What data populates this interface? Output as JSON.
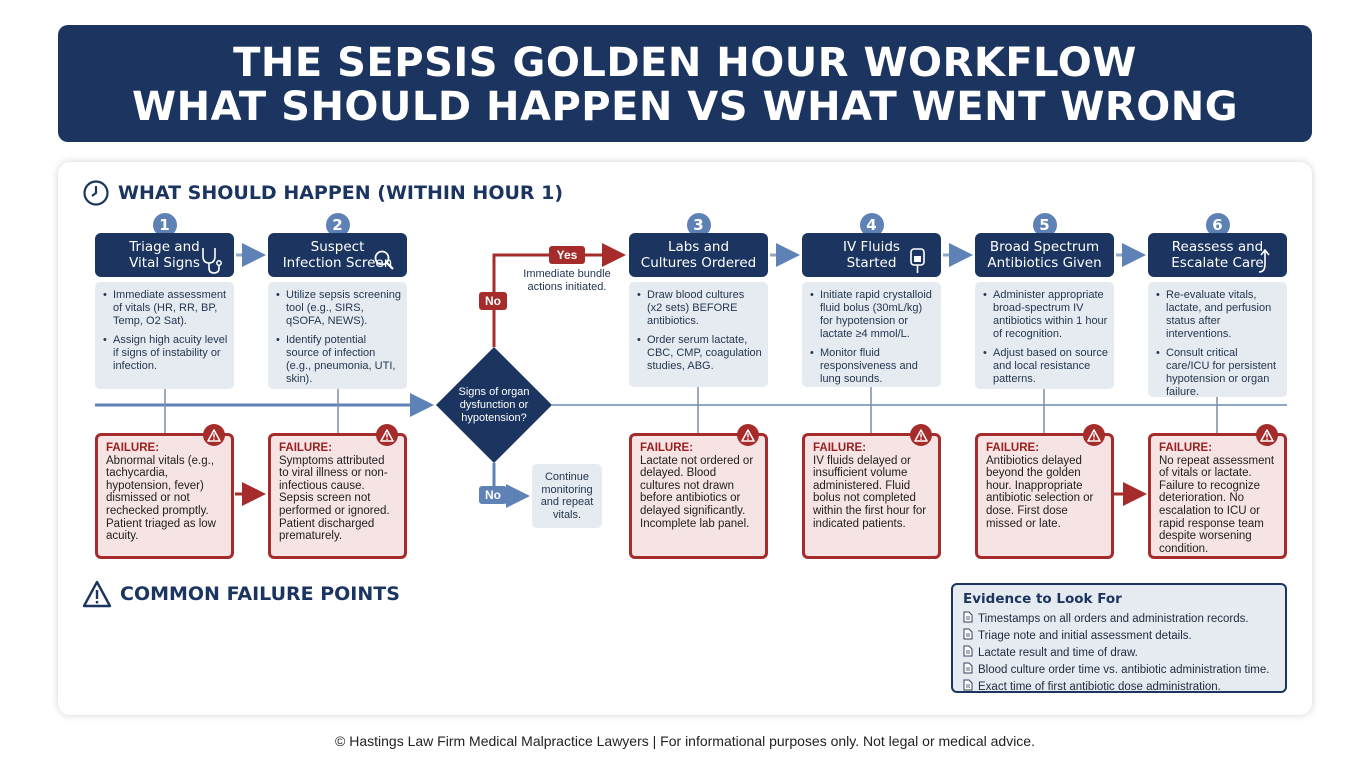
{
  "header": {
    "title_line1": "THE SEPSIS GOLDEN HOUR WORKFLOW",
    "title_line2": "WHAT SHOULD HAPPEN VS WHAT WENT WRONG"
  },
  "should_happen": {
    "heading": "WHAT SHOULD HAPPEN (WITHIN HOUR 1)",
    "icon": "clock-icon"
  },
  "steps": [
    {
      "num": "1",
      "title": "Triage and\nVital Signs",
      "icon": "stethoscope-icon",
      "bullets": [
        "Immediate assessment of vitals (HR, RR, BP, Temp, O2 Sat).",
        "Assign high acuity level if signs of instability or infection."
      ],
      "failure": "Abnormal vitals (e.g., tachycardia, hypotension, fever) dismissed or not rechecked promptly. Patient triaged as low acuity."
    },
    {
      "num": "2",
      "title": "Suspect\nInfection Screen",
      "icon": "magnifier-icon",
      "bullets": [
        "Utilize sepsis screening tool (e.g., SIRS, qSOFA, NEWS).",
        "Identify potential source of infection (e.g., pneumonia, UTI, skin)."
      ],
      "failure": "Symptoms attributed to viral illness or non-infectious cause. Sepsis screen not performed or ignored. Patient discharged prematurely."
    },
    {
      "num": "3",
      "title": "Labs and\nCultures Ordered",
      "icon": "",
      "bullets": [
        "Draw blood cultures (x2 sets) BEFORE antibiotics.",
        "Order serum lactate, CBC, CMP, coagulation studies, ABG."
      ],
      "failure": "Lactate not ordered or delayed. Blood cultures not drawn before antibiotics or delayed significantly. Incomplete lab panel."
    },
    {
      "num": "4",
      "title": "IV Fluids\nStarted",
      "icon": "iv-bag-icon",
      "bullets": [
        "Initiate rapid crystalloid fluid bolus (30mL/kg) for hypotension or lactate ≥4 mmol/L.",
        "Monitor fluid responsiveness and lung sounds."
      ],
      "failure": "IV fluids delayed or insufficient volume administered. Fluid bolus not completed within the first hour for indicated patients."
    },
    {
      "num": "5",
      "title": "Broad Spectrum\nAntibiotics Given",
      "icon": "",
      "bullets": [
        "Administer appropriate broad-spectrum IV antibiotics within 1 hour of recognition.",
        "Adjust based on source and local resistance patterns."
      ],
      "failure": "Antibiotics delayed beyond the golden hour. Inappropriate antibiotic selection or dose. First dose missed or late."
    },
    {
      "num": "6",
      "title": "Reassess and\nEscalate Care",
      "icon": "escalate-arrow-icon",
      "bullets": [
        "Re-evaluate vitals, lactate, and perfusion status after interventions.",
        "Consult critical care/ICU for persistent hypotension or organ failure."
      ],
      "failure": "No repeat assessment of vitals or lactate. Failure to recognize deterioration. No escalation to ICU or rapid response team despite worsening condition."
    }
  ],
  "failure_label": "FAILURE:",
  "decision": {
    "question": "Signs of organ dysfunction or hypotension?",
    "yes_label": "Yes",
    "no_label_top": "No",
    "no_label_bottom": "No",
    "yes_text": "Immediate bundle actions initiated.",
    "no_text": "Continue monitoring and repeat vitals."
  },
  "failure_points": {
    "heading": "COMMON FAILURE POINTS",
    "icon": "warning-triangle-icon"
  },
  "evidence": {
    "heading": "Evidence to Look For",
    "items": [
      "Timestamps on all orders and administration records.",
      "Triage note and initial assessment details.",
      "Lactate result and time of draw.",
      "Blood culture order time vs. antibiotic administration time.",
      "Exact time of first antibiotic dose administration."
    ]
  },
  "footer": "© Hastings Law Firm Medical Malpractice Lawyers | For informational purposes only. Not legal or medical advice.",
  "colors": {
    "navy": "#1b3560",
    "step_blue": "#5e82b5",
    "failure_red": "#a62b2b",
    "failure_fill": "#f6e3e3",
    "desc_fill": "#e6ebf1"
  }
}
